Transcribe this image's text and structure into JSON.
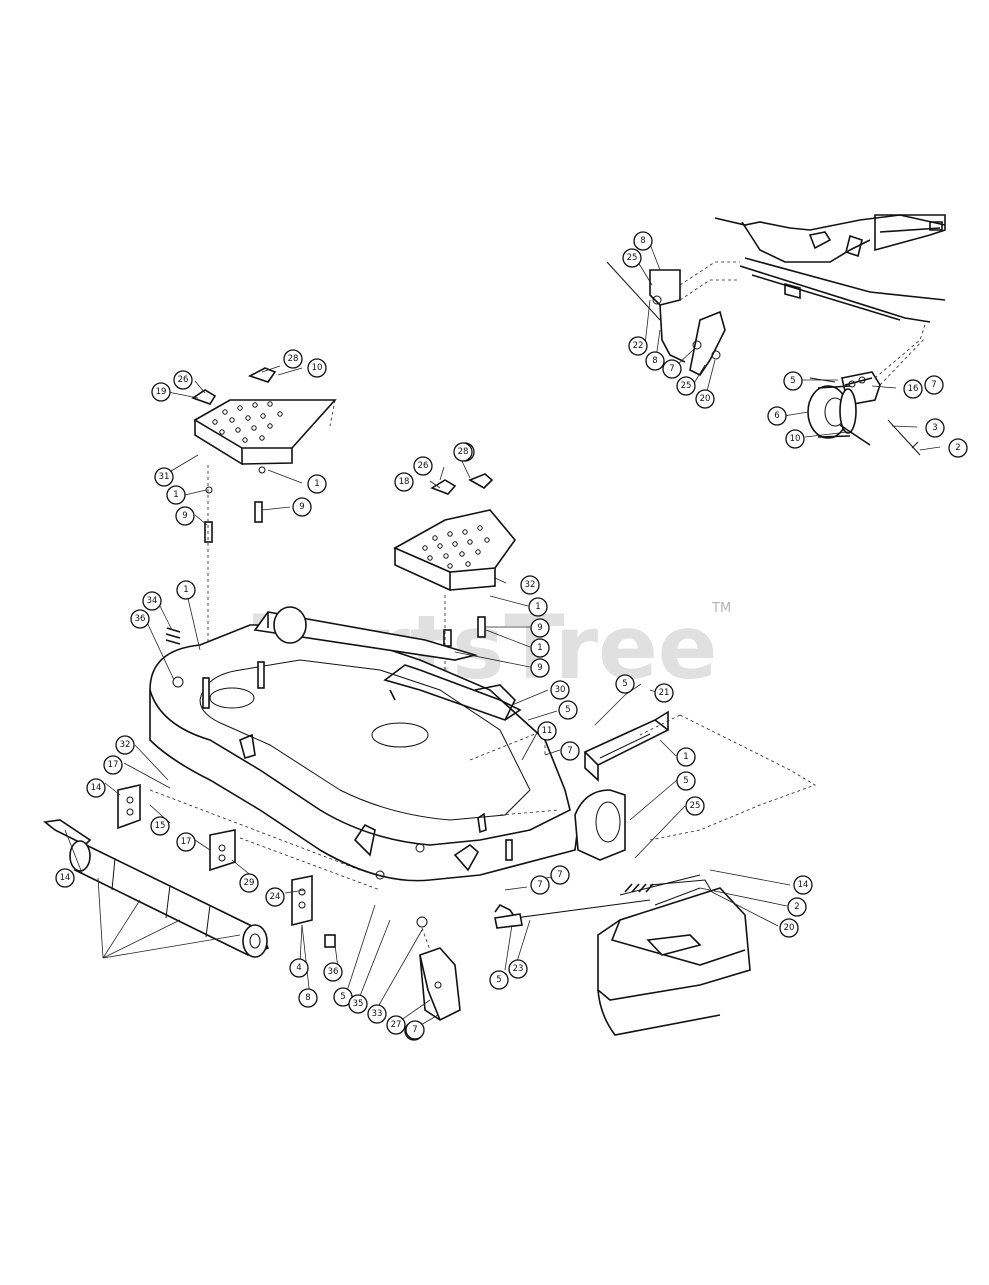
{
  "watermark": {
    "text": "PartsTree",
    "trademark": "TM"
  },
  "callouts": [
    {
      "label": "8"
    },
    {
      "label": "25"
    },
    {
      "label": "22"
    },
    {
      "label": "8"
    },
    {
      "label": "7"
    },
    {
      "label": "25"
    },
    {
      "label": "20"
    },
    {
      "label": "5"
    },
    {
      "label": "16"
    },
    {
      "label": "7"
    },
    {
      "label": "6"
    },
    {
      "label": "10"
    },
    {
      "label": "3"
    },
    {
      "label": "2"
    },
    {
      "label": "28"
    },
    {
      "label": "10"
    },
    {
      "label": "19"
    },
    {
      "label": "26"
    },
    {
      "label": "31"
    },
    {
      "label": "1"
    },
    {
      "label": "1"
    },
    {
      "label": "9"
    },
    {
      "label": "9"
    },
    {
      "label": "18"
    },
    {
      "label": "26"
    },
    {
      "label": "19"
    },
    {
      "label": "28"
    },
    {
      "label": "32"
    },
    {
      "label": "1"
    },
    {
      "label": "9"
    },
    {
      "label": "1"
    },
    {
      "label": "9"
    },
    {
      "label": "1"
    },
    {
      "label": "34"
    },
    {
      "label": "36"
    },
    {
      "label": "30"
    },
    {
      "label": "5"
    },
    {
      "label": "11"
    },
    {
      "label": "7"
    },
    {
      "label": "5"
    },
    {
      "label": "21"
    },
    {
      "label": "1"
    },
    {
      "label": "5"
    },
    {
      "label": "25"
    },
    {
      "label": "32"
    },
    {
      "label": "17"
    },
    {
      "label": "14"
    },
    {
      "label": "15"
    },
    {
      "label": "17"
    },
    {
      "label": "29"
    },
    {
      "label": "14"
    },
    {
      "label": "24"
    },
    {
      "label": "4"
    },
    {
      "label": "8"
    },
    {
      "label": "36"
    },
    {
      "label": "5"
    },
    {
      "label": "35"
    },
    {
      "label": "33"
    },
    {
      "label": "27"
    },
    {
      "label": "7"
    },
    {
      "label": "7"
    },
    {
      "label": "7"
    },
    {
      "label": "7"
    },
    {
      "label": "5"
    },
    {
      "label": "23"
    },
    {
      "label": "14"
    },
    {
      "label": "2"
    },
    {
      "label": "20"
    }
  ]
}
